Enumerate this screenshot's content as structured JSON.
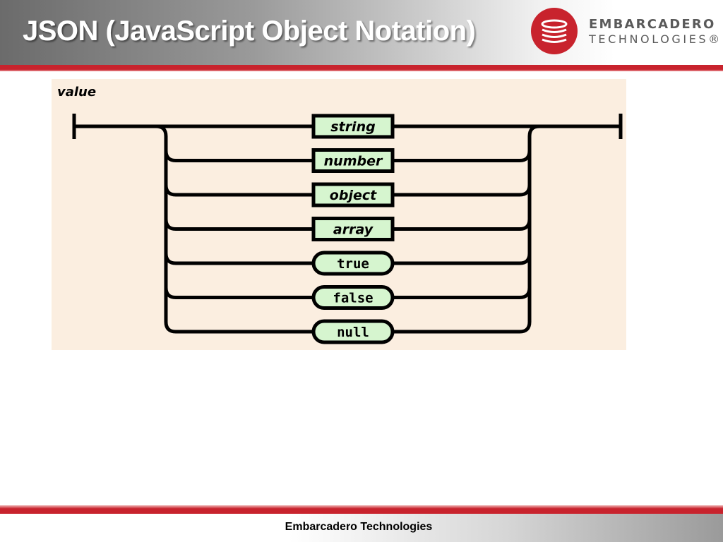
{
  "slide": {
    "title": "JSON (JavaScript Object Notation)",
    "footer": "Embarcadero Technologies"
  },
  "logo": {
    "line1": "EMBARCADERO",
    "line2": "TECHNOLOGIES®",
    "brand_color": "#c8232d"
  },
  "diagram": {
    "label": "value",
    "background": "#fbeee0",
    "box_fill": "#d6f5cf",
    "nonterminals": [
      "string",
      "number",
      "object",
      "array"
    ],
    "terminals": [
      "true",
      "false",
      "null"
    ]
  }
}
